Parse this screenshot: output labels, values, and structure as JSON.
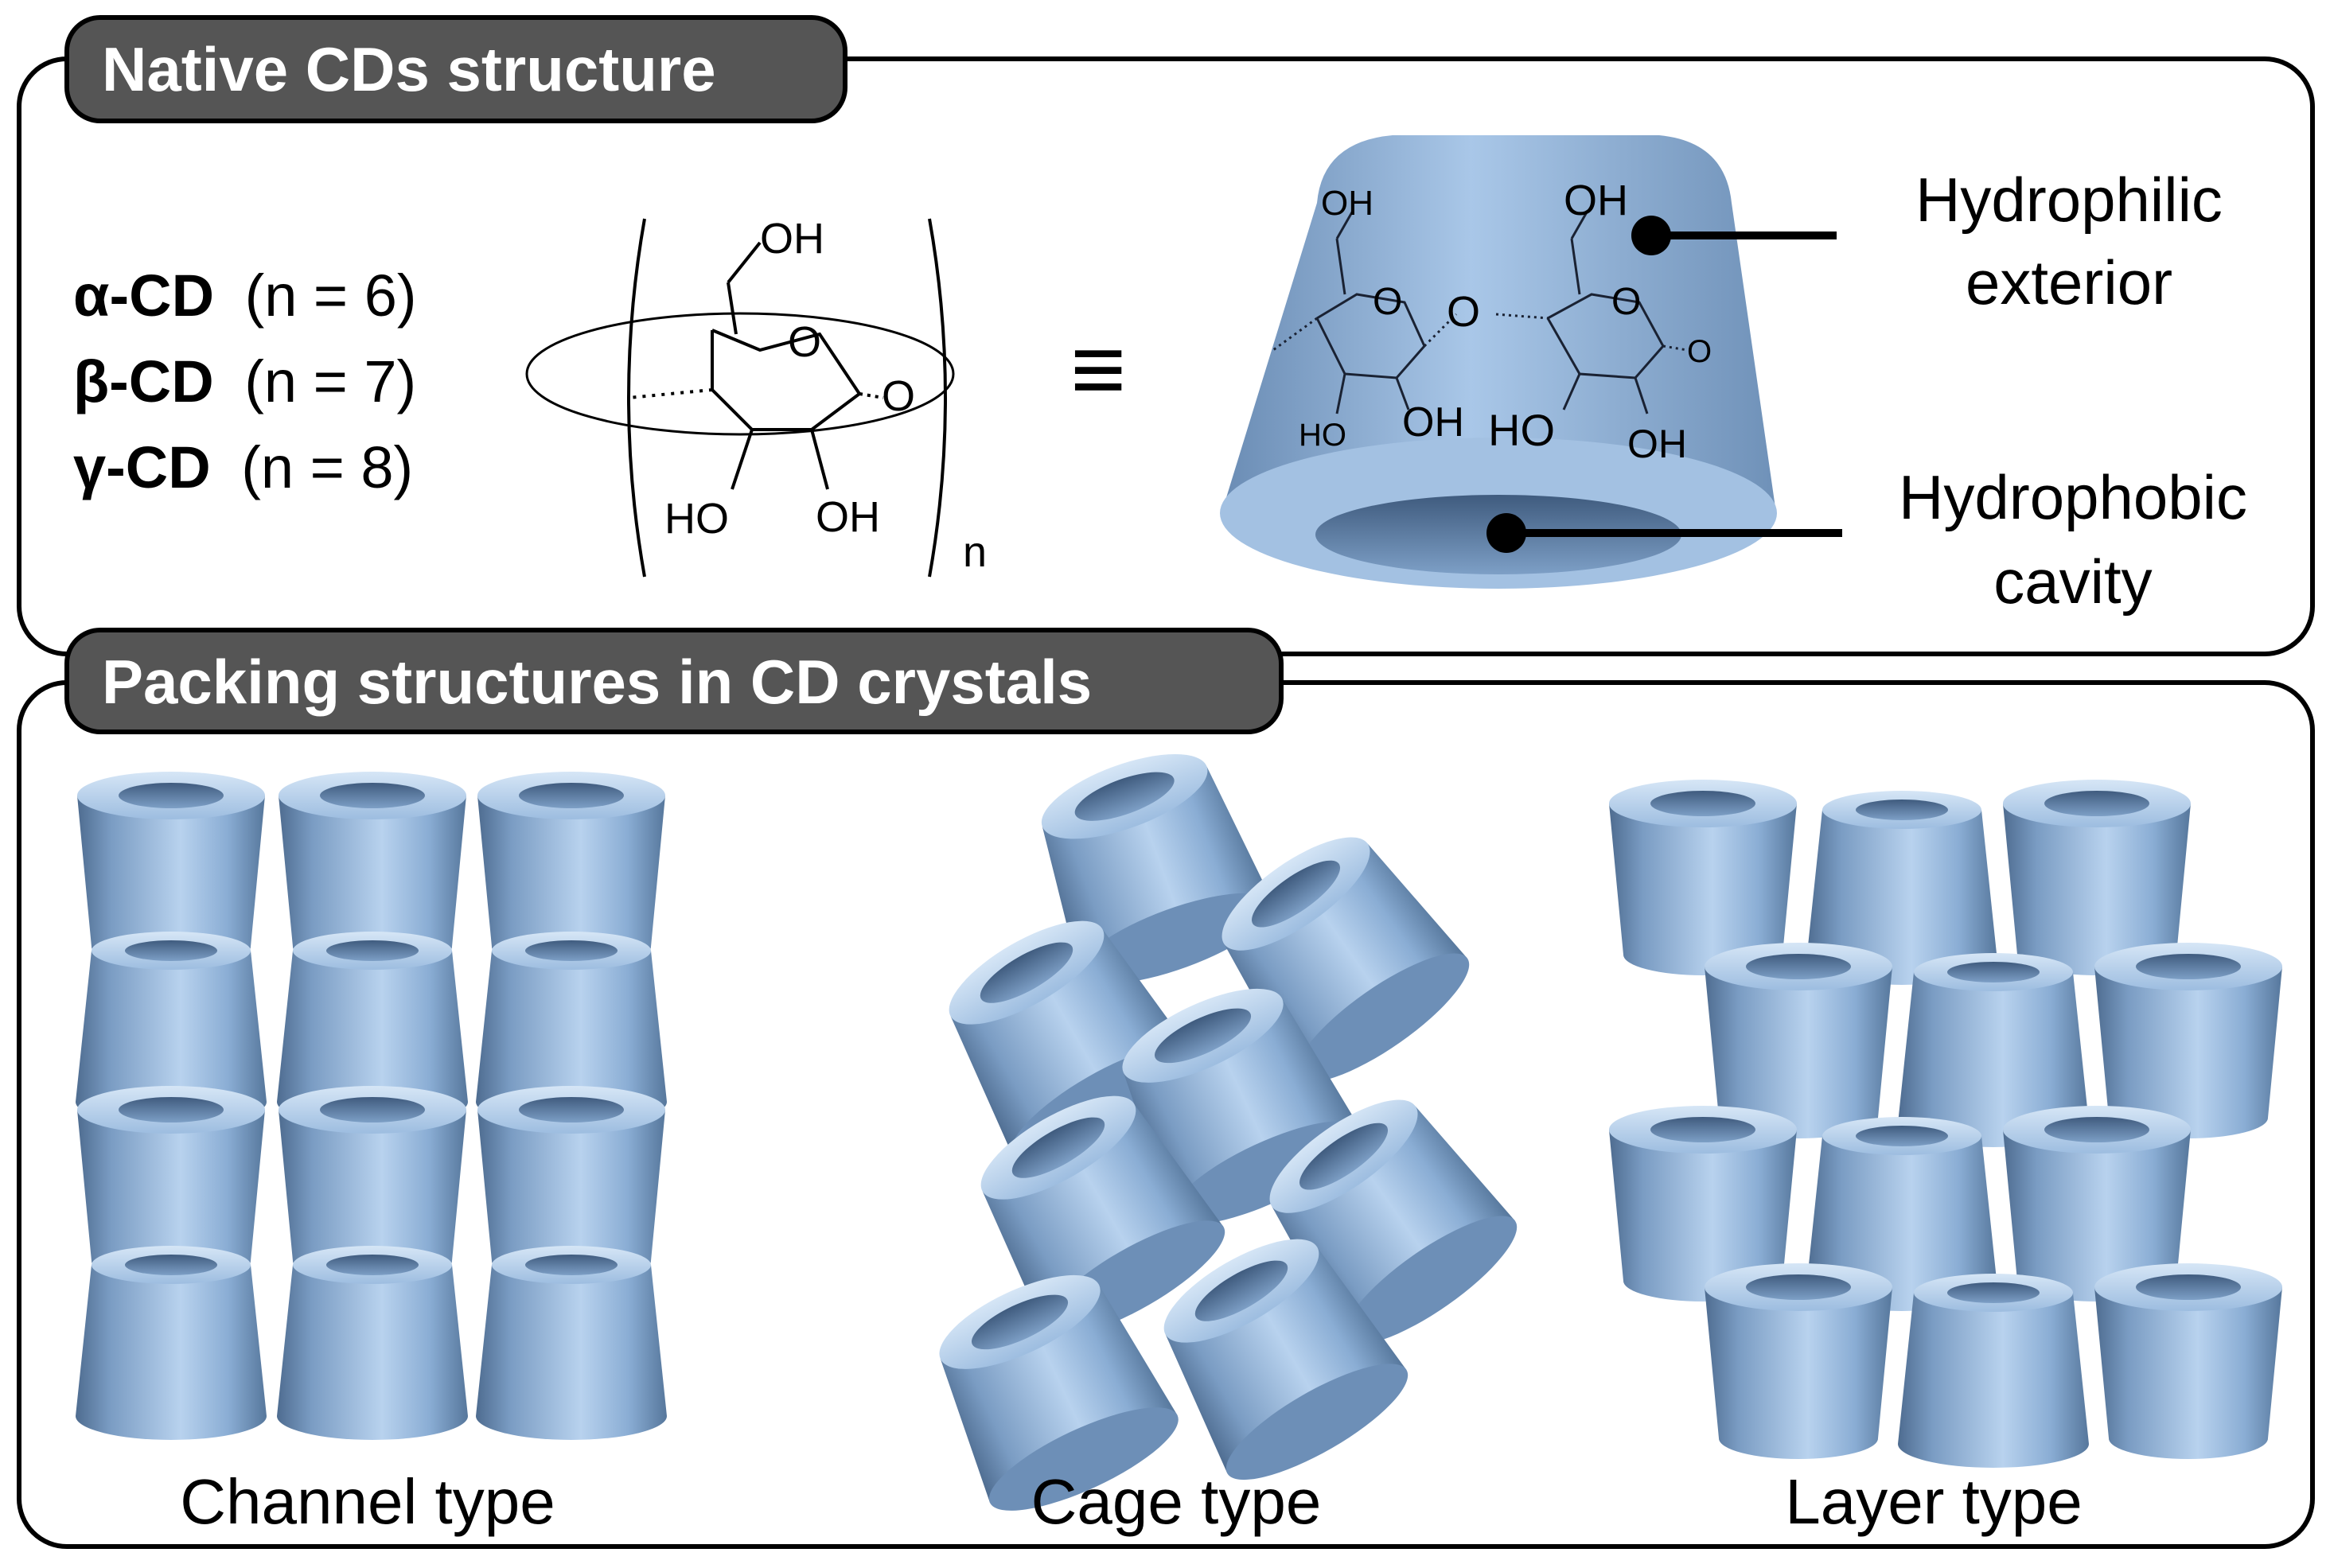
{
  "section1": {
    "title": "Native CDs structure",
    "cd_types": [
      {
        "name": "α-CD",
        "n": "(n = 6)"
      },
      {
        "name": "β-CD",
        "n": "(n = 7)"
      },
      {
        "name": "γ-CD",
        "n": "(n = 8)"
      }
    ],
    "structure_labels": {
      "oh_top": "OH",
      "o_ring": "O",
      "o_link": "O",
      "ho_bottom": "HO",
      "oh_bottom": "OH",
      "subscript": "n"
    },
    "equiv_symbol": "≡",
    "cone_labels": [
      "OH",
      "O",
      "O",
      "OH",
      "O",
      "O",
      "HO",
      "OH",
      "HO",
      "OH"
    ],
    "annotations": {
      "hydrophilic_line1": "Hydrophilic",
      "hydrophilic_line2": "exterior",
      "hydrophobic_line1": "Hydrophobic",
      "hydrophobic_line2": "cavity"
    }
  },
  "section2": {
    "title": "Packing structures in CD crystals",
    "types": [
      "Channel type",
      "Cage type",
      "Layer type"
    ]
  },
  "colors": {
    "cd_blue": "#8fb3d9",
    "cd_dark": "#4f6f94",
    "cd_light": "#d8e7f6",
    "header_bg": "#555555",
    "border": "#000000"
  }
}
